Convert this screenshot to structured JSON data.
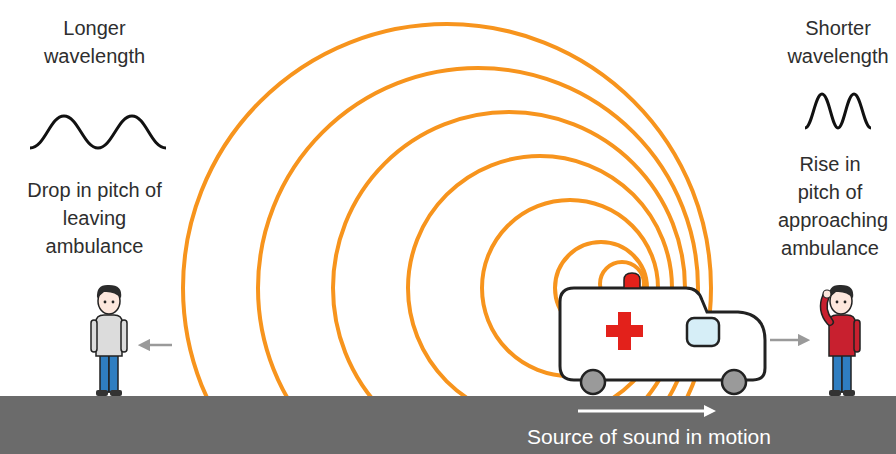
{
  "diagram": {
    "labels": [
      "Longer wavelength",
      "Drop in pitch of leaving ambulance",
      "Shorter wavelength",
      "Rise in pitch of approaching ambulance",
      "Source of sound in motion"
    ]
  }
}
